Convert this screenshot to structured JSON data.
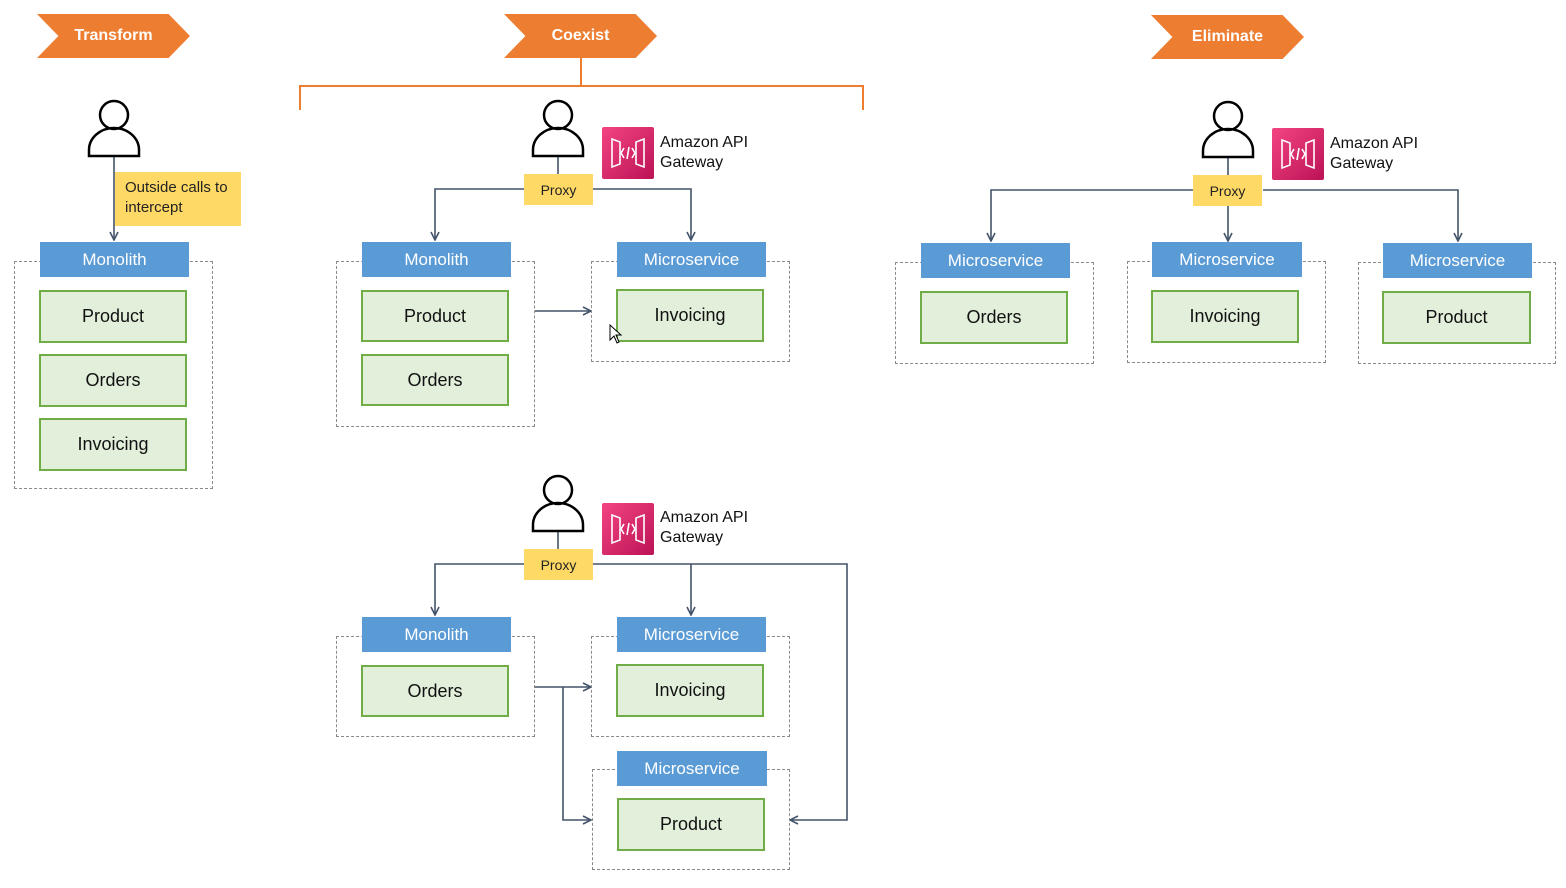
{
  "phases": {
    "transform": "Transform",
    "coexist": "Coexist",
    "eliminate": "Eliminate"
  },
  "labels": {
    "monolith": "Monolith",
    "microservice": "Microservice",
    "product": "Product",
    "orders": "Orders",
    "invoicing": "Invoicing",
    "proxy": "Proxy",
    "outside_calls": "Outside calls to intercept",
    "api_gateway": "Amazon API Gateway"
  },
  "colors": {
    "phase": "#ED7D31",
    "header": "#5B9BD5",
    "module_fill": "#E2EFDA",
    "module_border": "#70AD47",
    "proxy": "#FFD966",
    "connector": "#44546A",
    "api_gateway": "#E7157B"
  },
  "icons": {
    "user": "user-icon",
    "gateway": "api-gateway-icon",
    "cursor": "mouse-cursor-icon"
  }
}
